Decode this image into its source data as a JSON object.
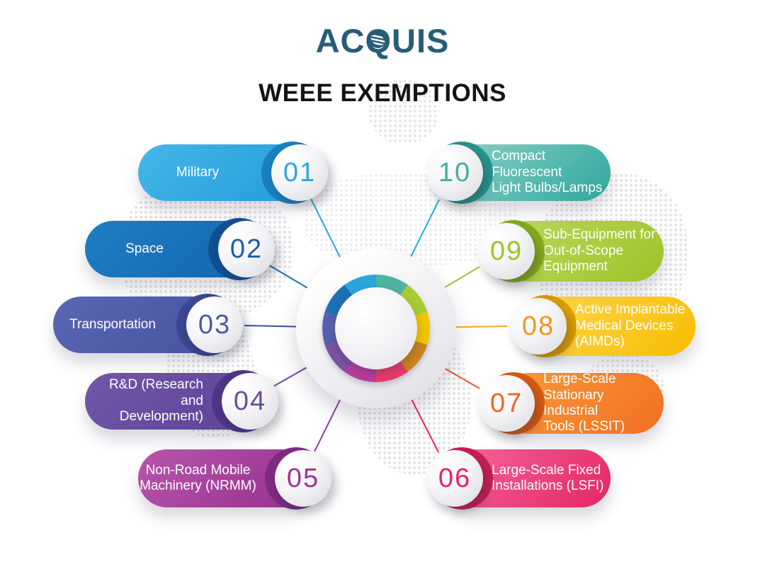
{
  "logo": {
    "text_a": "AC",
    "text_q": "Q",
    "text_b": "UIS",
    "color": "#265E78",
    "leaf_icon": "leaf-icon"
  },
  "title": "WEEE EXEMPTIONS",
  "hub": {
    "ring_colors": [
      "#4FB3A2",
      "#A8CB33",
      "#EFC400",
      "#C8821E",
      "#E8396B",
      "#B83D9C",
      "#7C52A5",
      "#5561AD",
      "#1E6FB5",
      "#2AA5DE"
    ]
  },
  "items": [
    {
      "number": "01",
      "label": "Military",
      "fill_start": "#45B6E8",
      "fill_end": "#219CD8",
      "fill_dark": "#1B7FBE",
      "number_color": "#29A8E0",
      "line_color": "#29A8E0"
    },
    {
      "number": "02",
      "label": "Space",
      "fill_start": "#1D7FC4",
      "fill_end": "#1565AE",
      "fill_dark": "#114F92",
      "number_color": "#1B5FA8",
      "line_color": "#1B6FB5"
    },
    {
      "number": "03",
      "label": "Transportation",
      "fill_start": "#5A67B5",
      "fill_end": "#47519F",
      "fill_dark": "#3C4691",
      "number_color": "#4F5AA8",
      "line_color": "#3B4EA0"
    },
    {
      "number": "04",
      "label": "R&D (Research and\nDevelopment)",
      "fill_start": "#7357A8",
      "fill_end": "#5C4197",
      "fill_dark": "#4E3587",
      "number_color": "#6A4C9F",
      "line_color": "#6A4C9F"
    },
    {
      "number": "05",
      "label": "Non-Road Mobile\nMachinery (NRMM)",
      "fill_start": "#B855AB",
      "fill_end": "#94308F",
      "fill_dark": "#7E2B82",
      "number_color": "#9C3493",
      "line_color": "#8E3E9E"
    },
    {
      "number": "06",
      "label": "Large-Scale Fixed\nInstallations (LSFI)",
      "fill_start": "#F4679B",
      "fill_end": "#E62565",
      "fill_dark": "#C81E53",
      "number_color": "#E62565",
      "line_color": "#E8255E"
    },
    {
      "number": "07",
      "label": "Large-Scale Stationary\nIndustrial\nTools (LSSIT)",
      "fill_start": "#F89B3C",
      "fill_end": "#F26F21",
      "fill_dark": "#D85A10",
      "number_color": "#F26522",
      "line_color": "#F15A29"
    },
    {
      "number": "08",
      "label": "Active Implantable\nMedical Devices\n(AIMDs)",
      "fill_start": "#FFD84E",
      "fill_end": "#F7BC00",
      "fill_dark": "#E09E00",
      "number_color": "#F7941D",
      "line_color": "#F5A623"
    },
    {
      "number": "09",
      "label": "Sub-Equipment for\nOut-of-Scope\nEquipment",
      "fill_start": "#BCD85E",
      "fill_end": "#9CC427",
      "fill_dark": "#86AC1B",
      "number_color": "#9CC427",
      "line_color": "#9CC427"
    },
    {
      "number": "10",
      "label": "Compact Fluorescent\nLight Bulbs/Lamps",
      "fill_start": "#8ED0C5",
      "fill_end": "#2FA79D",
      "fill_dark": "#27958C",
      "number_color": "#3FAFA5",
      "line_color": "#19B5C9"
    }
  ]
}
